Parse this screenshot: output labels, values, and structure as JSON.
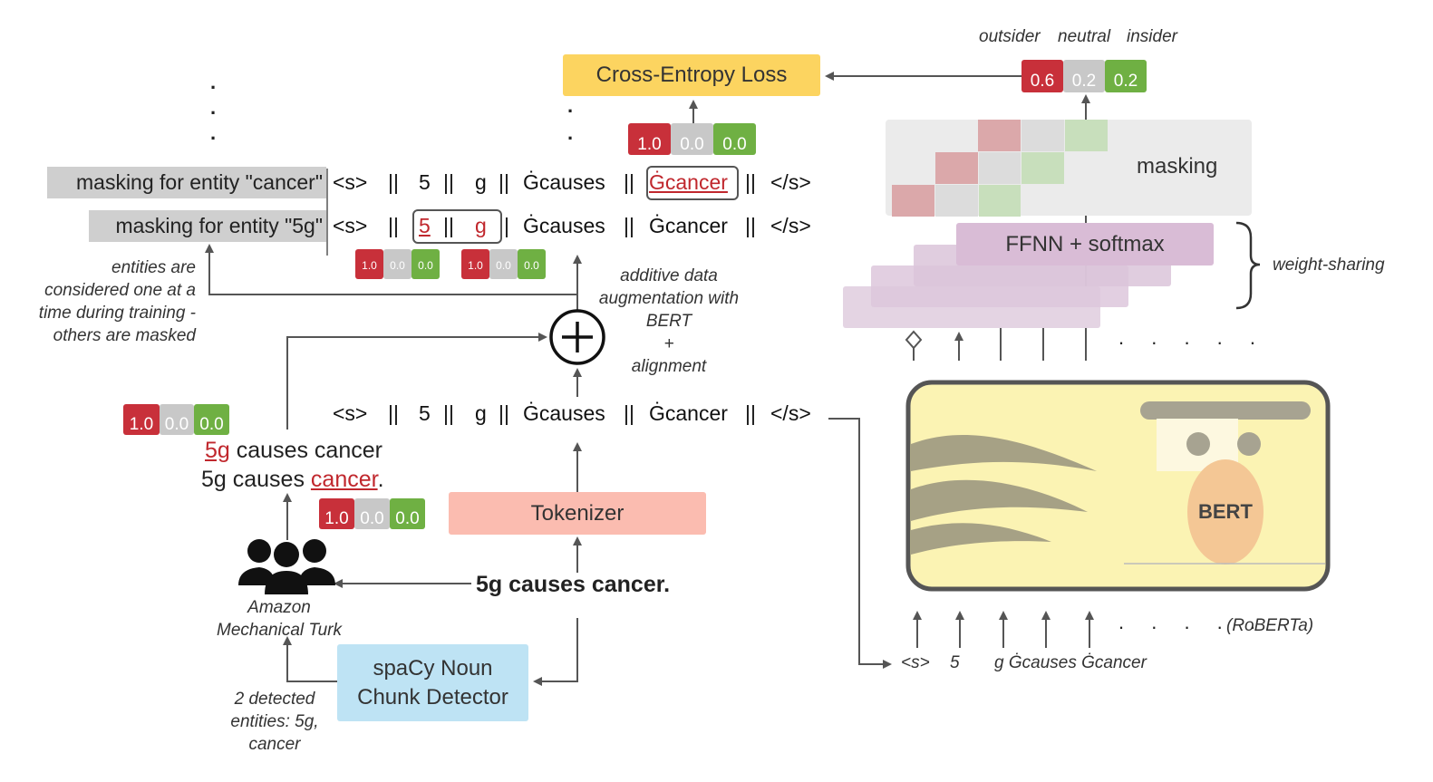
{
  "loss_label": "Cross-Entropy Loss",
  "class_labels": [
    "outsider",
    "neutral",
    "insider"
  ],
  "pred_scores": [
    "0.6",
    "0.2",
    "0.2"
  ],
  "target_scores_top": [
    "1.0",
    "0.0",
    "0.0"
  ],
  "masking_label": "masking",
  "ffnn_label": "FFNN + softmax",
  "weight_sharing_label": "weight-sharing",
  "bert_label": "BERT",
  "roberta_label": "(RoBERTa)",
  "input_tokens": [
    "<s>",
    "5",
    "g Ġcauses Ġcancer"
  ],
  "mask_row_cancer": {
    "label": "masking for entity \"cancer\"",
    "tokens": [
      "<s>",
      "||",
      "5",
      "||",
      "g",
      "||",
      "Ġcauses",
      "||",
      "Ġcancer",
      "||",
      "</s>"
    ]
  },
  "mask_row_5g": {
    "label": "masking for entity \"5g\"",
    "tokens": [
      "<s>",
      "||",
      "5",
      "||",
      "g",
      "||",
      "Ġcauses",
      "||",
      "Ġcancer",
      "||",
      "</s>"
    ]
  },
  "token_row": [
    "<s>",
    "||",
    "5",
    "||",
    "g",
    "||",
    "Ġcauses",
    "||",
    "Ġcancer",
    "||",
    "</s>"
  ],
  "small_scores": [
    "1.0",
    "0.0",
    "0.0"
  ],
  "entities_note": [
    "entities are",
    "considered one at a",
    "time during training -",
    "others are masked"
  ],
  "augmentation_note": [
    "additive data",
    "augmentation with",
    "BERT",
    "+",
    "alignment"
  ],
  "tokenizer_label": "Tokenizer",
  "sentence": "5g causes cancer.",
  "annotated_1": {
    "entity": "5g",
    "rest": " causes cancer"
  },
  "annotated_2": {
    "prefix": "5g causes ",
    "entity": "cancer",
    "suffix": "."
  },
  "annot_scores": [
    "1.0",
    "0.0",
    "0.0"
  ],
  "mturk_label": [
    "Amazon",
    "Mechanical Turk"
  ],
  "spacy_label": [
    "spaCy Noun",
    "Chunk Detector"
  ],
  "detected_note": [
    "2 detected",
    "entities: 5g,",
    "cancer"
  ],
  "colors": {
    "red": "#c8303a",
    "gray": "#c8c8c8",
    "green": "#6fb043",
    "loss": "#fcd460",
    "tokenizer": "#fbbcb0",
    "spacy": "#bee3f4",
    "ffnn": "#d9bcd6",
    "bert_face": "#fbf3b3"
  }
}
